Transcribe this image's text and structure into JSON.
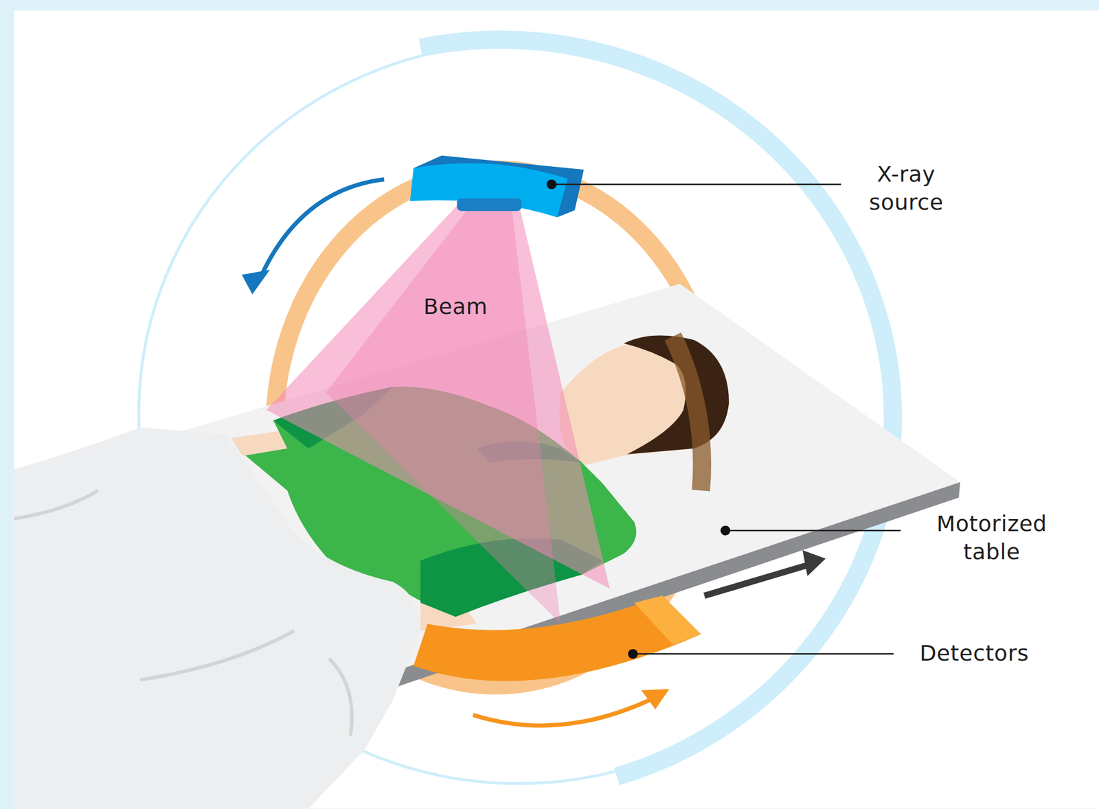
{
  "diagram": {
    "labels": [
      "X-ray source",
      "Beam",
      "Motorized table",
      "Detectors"
    ]
  }
}
